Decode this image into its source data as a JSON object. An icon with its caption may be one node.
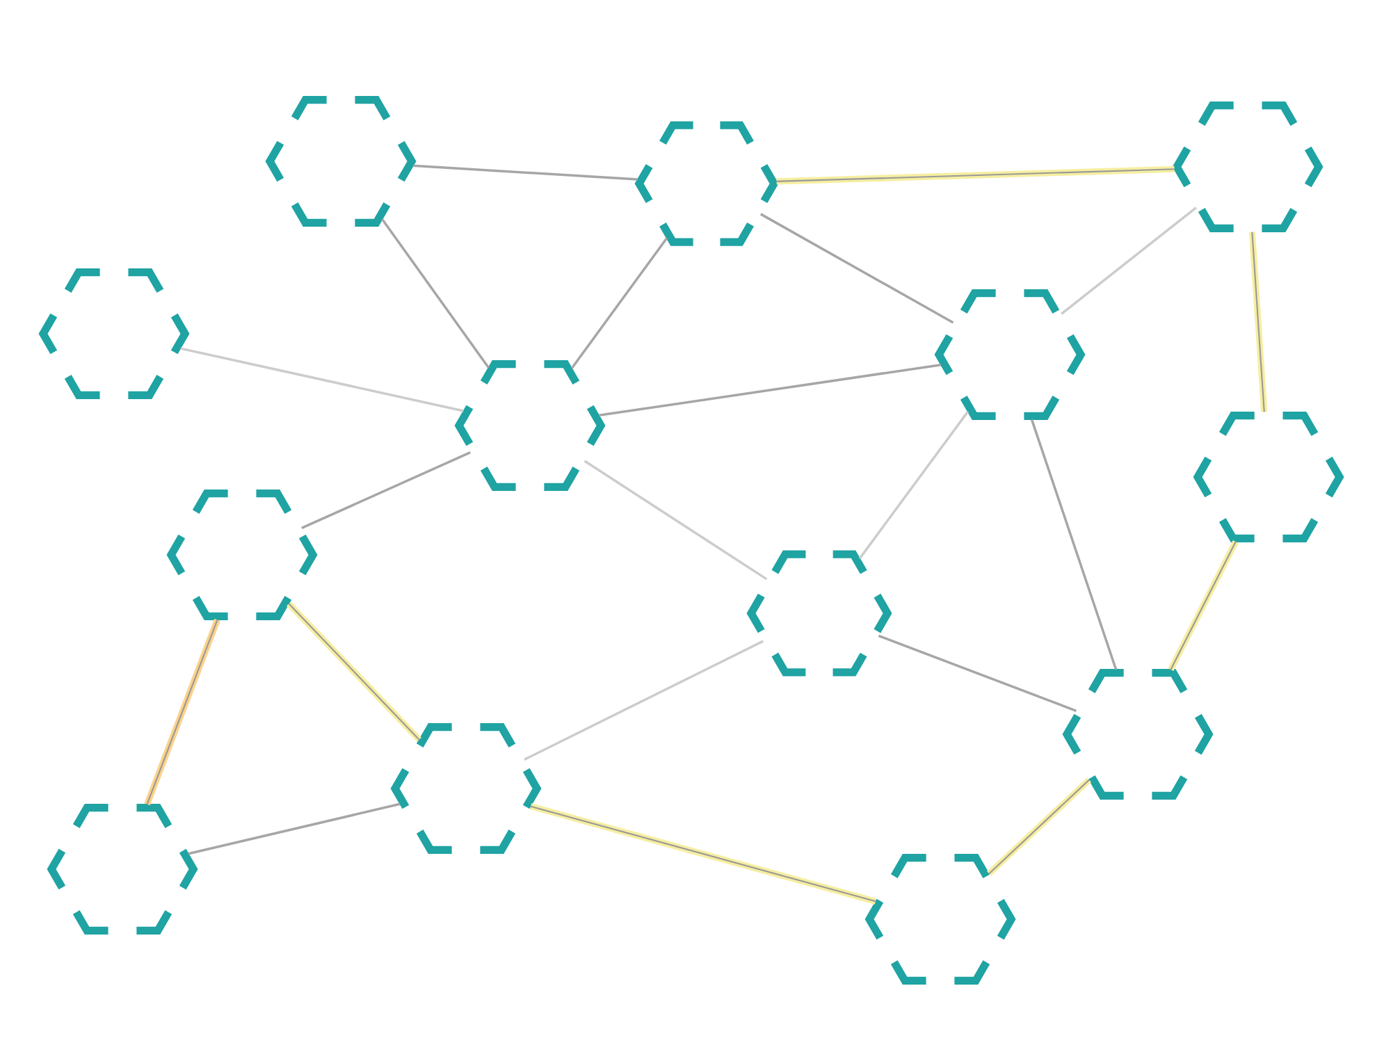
{
  "diagram": {
    "nodes": [
      {
        "text": [],
        "shape": "hexagon"
      },
      {
        "text": [],
        "shape": "hexagon"
      },
      {
        "text": [],
        "shape": "hexagon"
      },
      {
        "text": [],
        "shape": "hexagon"
      },
      {
        "text": [],
        "shape": "hexagon"
      },
      {
        "text": [],
        "shape": "hexagon"
      },
      {
        "text": [],
        "shape": "hexagon"
      },
      {
        "text": [],
        "shape": "hexagon"
      },
      {
        "text": [],
        "shape": "hexagon"
      },
      {
        "text": [],
        "shape": "hexagon"
      },
      {
        "text": [],
        "shape": "hexagon"
      },
      {
        "text": [],
        "shape": "hexagon"
      },
      {
        "text": [],
        "shape": "hexagon"
      }
    ],
    "edges": [
      {
        "from": 0,
        "to": 1,
        "arrow": "none"
      },
      {
        "from": 1,
        "to": 2,
        "arrow": "none",
        "style": "thick",
        "color": "#f6eea0"
      },
      {
        "from": 0,
        "to": 4,
        "arrow": "none"
      },
      {
        "from": 1,
        "to": 4,
        "arrow": "none"
      },
      {
        "from": 1,
        "to": 5,
        "arrow": "none"
      },
      {
        "from": 2,
        "to": 5,
        "arrow": "none",
        "color": "#cccccc"
      },
      {
        "from": 2,
        "to": 6,
        "arrow": "none",
        "style": "thick",
        "color": "#f6eea0"
      },
      {
        "from": 3,
        "to": 4,
        "arrow": "none",
        "color": "#cccccc"
      },
      {
        "from": 4,
        "to": 5,
        "arrow": "none"
      },
      {
        "from": 4,
        "to": 7,
        "arrow": "none"
      },
      {
        "from": 4,
        "to": 8,
        "arrow": "none",
        "color": "#cccccc"
      },
      {
        "from": 5,
        "to": 8,
        "arrow": "none",
        "color": "#cccccc"
      },
      {
        "from": 5,
        "to": 9,
        "arrow": "none"
      },
      {
        "from": 6,
        "to": 9,
        "arrow": "none",
        "style": "thick",
        "color": "#f6eea0"
      },
      {
        "from": 7,
        "to": 11,
        "arrow": "none",
        "style": "thick",
        "color": "#fcd38c"
      },
      {
        "from": 7,
        "to": 10,
        "arrow": "none",
        "style": "thick",
        "color": "#f6eea0"
      },
      {
        "from": 8,
        "to": 10,
        "arrow": "none",
        "color": "#cccccc"
      },
      {
        "from": 8,
        "to": 9,
        "arrow": "none"
      },
      {
        "from": 10,
        "to": 11,
        "arrow": "none"
      },
      {
        "from": 10,
        "to": 12,
        "arrow": "none",
        "style": "thick",
        "color": "#f6eea0"
      },
      {
        "from": 9,
        "to": 12,
        "arrow": "none",
        "style": "thick",
        "color": "#f6eea0"
      }
    ]
  }
}
